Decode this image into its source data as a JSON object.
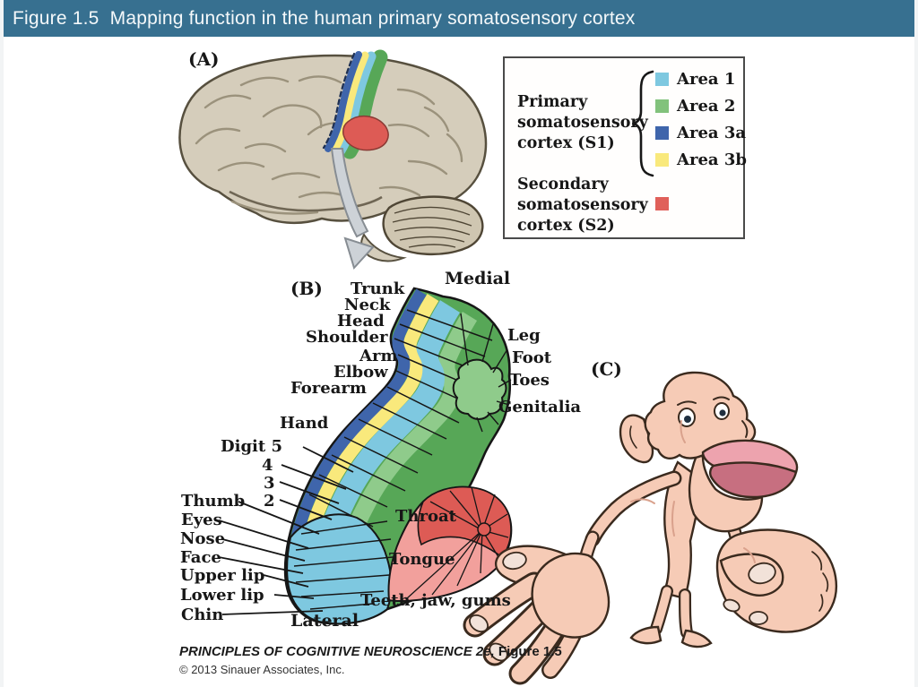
{
  "header": {
    "title": "Figure 1.5  Mapping function in the human primary somatosensory cortex",
    "bg_color": "#377090"
  },
  "panel_labels": {
    "a": "(A)",
    "b": "(B)",
    "c": "(C)"
  },
  "direction_labels": {
    "medial": "Medial",
    "lateral": "Lateral"
  },
  "legend": {
    "primary": "Primary\nsomatosensory\ncortex (S1)",
    "secondary": "Secondary\nsomatosensory\ncortex (S2)",
    "areas": [
      {
        "label": "Area 1",
        "color": "#7EC8E0"
      },
      {
        "label": "Area 2",
        "color": "#82C27C"
      },
      {
        "label": "Area 3a",
        "color": "#3F65AB"
      },
      {
        "label": "Area 3b",
        "color": "#F9E97C"
      }
    ],
    "s2_color": "#E0605A"
  },
  "b_labels": {
    "trunk": "Trunk",
    "neck": "Neck",
    "head": "Head",
    "shoulder": "Shoulder",
    "arm": "Arm",
    "elbow": "Elbow",
    "forearm": "Forearm",
    "hand": "Hand",
    "digit5": "Digit 5",
    "digit4": "4",
    "digit3": "3",
    "digit2": "2",
    "thumb": "Thumb",
    "eyes": "Eyes",
    "nose": "Nose",
    "face": "Face",
    "upper_lip": "Upper lip",
    "lower_lip": "Lower lip",
    "chin": "Chin",
    "leg": "Leg",
    "foot": "Foot",
    "toes": "Toes",
    "genitalia": "Genitalia",
    "throat": "Throat",
    "tongue": "Tongue",
    "teeth": "Teeth, jaw, gums"
  },
  "attribution": {
    "book": "PRINCIPLES OF COGNITIVE NEUROSCIENCE 2e,",
    "figure": " Figure 1.5",
    "copyright": "© 2013 Sinauer Associates, Inc."
  }
}
